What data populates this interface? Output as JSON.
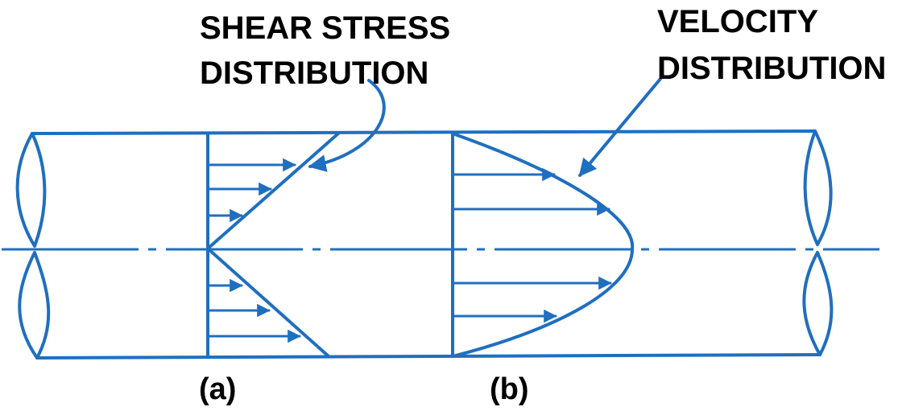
{
  "labels": {
    "shear_line1": "SHEAR STRESS",
    "shear_line2": "DISTRIBUTION",
    "velocity_line1": "VELOCITY",
    "velocity_line2": "DISTRIBUTION",
    "part_a": "(a)",
    "part_b": "(b)"
  },
  "colors": {
    "line": "#1f6fc0",
    "text": "#000000",
    "background": "#ffffff"
  }
}
